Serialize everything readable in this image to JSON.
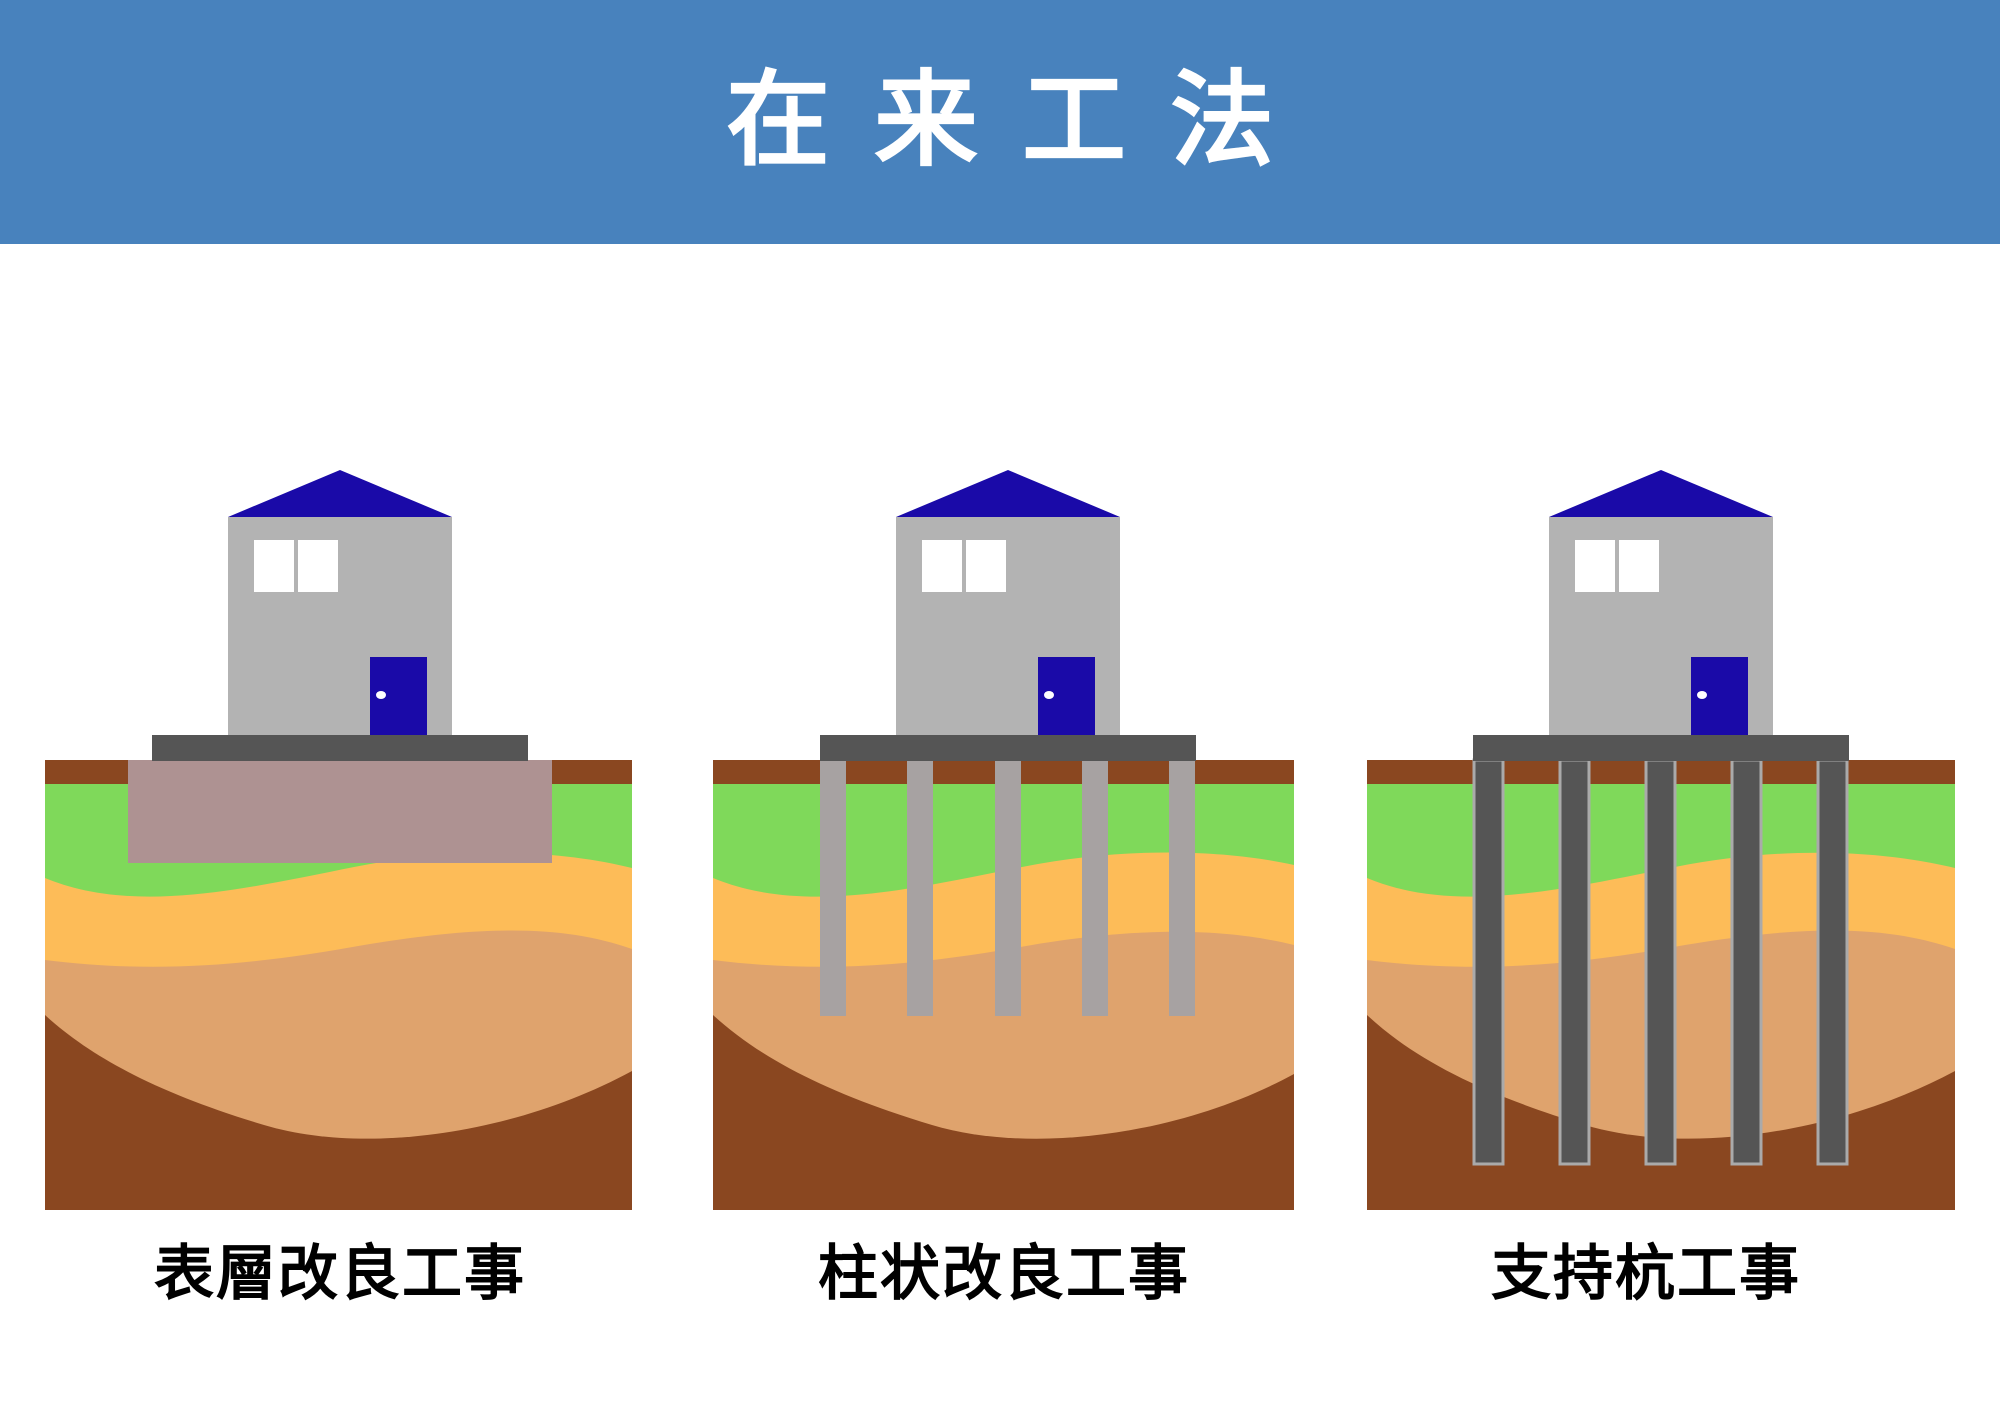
{
  "header": {
    "title": "在来工法"
  },
  "methods": [
    {
      "label": "表層改良工事"
    },
    {
      "label": "柱状改良工事"
    },
    {
      "label": "支持杭工事"
    }
  ],
  "colors": {
    "banner": "#4882bd",
    "roof": "#1a0aa8",
    "wall": "#b3b3b3",
    "door": "#1a0aa8",
    "foundation": "#555555",
    "topsoil": "#8a4720",
    "grass": "#7fd95a",
    "sand": "#fdbc58",
    "clay": "#dfa36d",
    "bedrock": "#8a4720",
    "surface_improvement": "#ae9292",
    "soil_column": "#a7a2a2",
    "steel_pile": "#555555"
  },
  "icons": [
    "house-icon",
    "roof-icon",
    "window-icon",
    "door-icon"
  ]
}
